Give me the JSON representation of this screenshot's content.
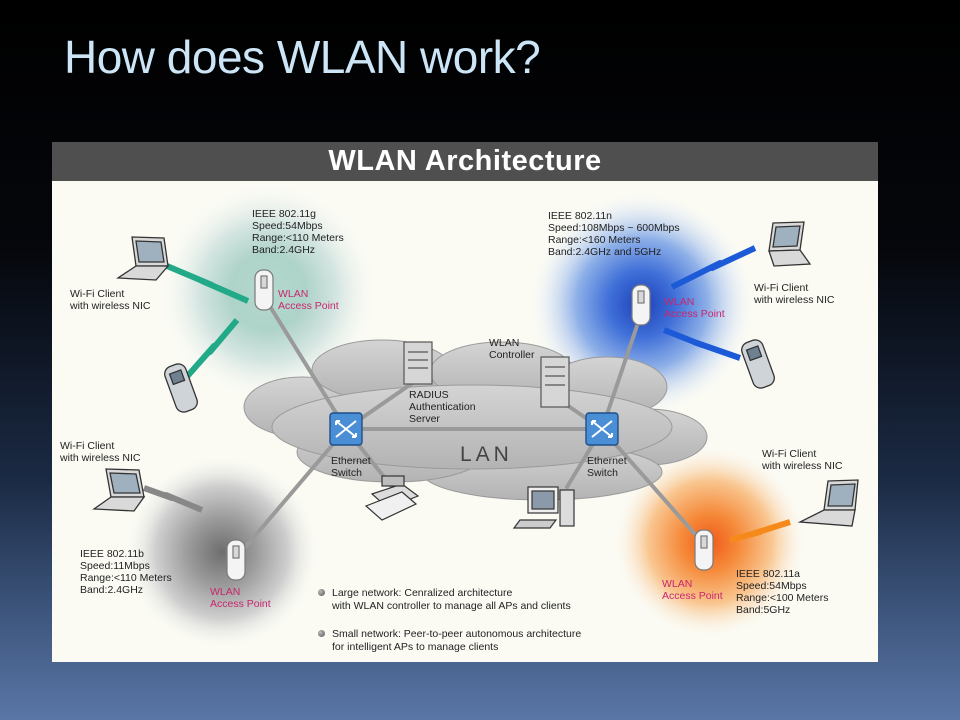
{
  "slide": {
    "title": "How does WLAN work?"
  },
  "figure": {
    "banner": "WLAN Architecture",
    "ap_g": {
      "specs": [
        "IEEE 802.11g",
        "Speed:54Mbps",
        "Range:<110 Meters",
        "Band:2.4GHz"
      ],
      "label": [
        "WLAN",
        "Access Point"
      ]
    },
    "ap_n": {
      "specs": [
        "IEEE 802.11n",
        "Speed:108Mbps ~ 600Mbps",
        "Range:<160 Meters",
        "Band:2.4GHz and 5GHz"
      ],
      "label": [
        "WLAN",
        "Access Point"
      ]
    },
    "ap_b": {
      "specs": [
        "IEEE 802.11b",
        "Speed:11Mbps",
        "Range:<110 Meters",
        "Band:2.4GHz"
      ],
      "label": [
        "WLAN",
        "Access Point"
      ]
    },
    "ap_a": {
      "specs": [
        "IEEE 802.11a",
        "Speed:54Mbps",
        "Range:<100 Meters",
        "Band:5GHz"
      ],
      "label": [
        "WLAN",
        "Access Point"
      ]
    },
    "clients": {
      "top_left": [
        "Wi-Fi Client",
        "with wireless NIC"
      ],
      "top_right": [
        "Wi-Fi Client",
        "with wireless NIC"
      ],
      "mid_left": [
        "Wi-Fi Client",
        "with wireless NIC"
      ],
      "mid_right": [
        "Wi-Fi Client",
        "with wireless NIC"
      ]
    },
    "radius_server": [
      "RADIUS",
      "Authentication",
      "Server"
    ],
    "wlan_controller": [
      "WLAN",
      "Controller"
    ],
    "switch_left": [
      "Ethernet",
      "Switch"
    ],
    "switch_right": [
      "Ethernet",
      "Switch"
    ],
    "lan": "LAN",
    "notes": [
      [
        "Large network: Cenralized architecture",
        "with WLAN controller to manage all APs and clients"
      ],
      [
        "Small network: Peer-to-peer autonomous architecture",
        "for intelligent APs to manage clients"
      ]
    ]
  },
  "colors": {
    "title": "#cde6f7",
    "banner_bg": "#4f4f4f",
    "figure_bg": "#fbfbf4",
    "ap_label": "#c8266e"
  },
  "icons": [
    "access-point-icon",
    "laptop-icon",
    "phone-icon",
    "server-icon",
    "ethernet-switch-icon",
    "printer-icon",
    "desktop-pc-icon",
    "wireless-link-icon",
    "cloud-icon"
  ]
}
